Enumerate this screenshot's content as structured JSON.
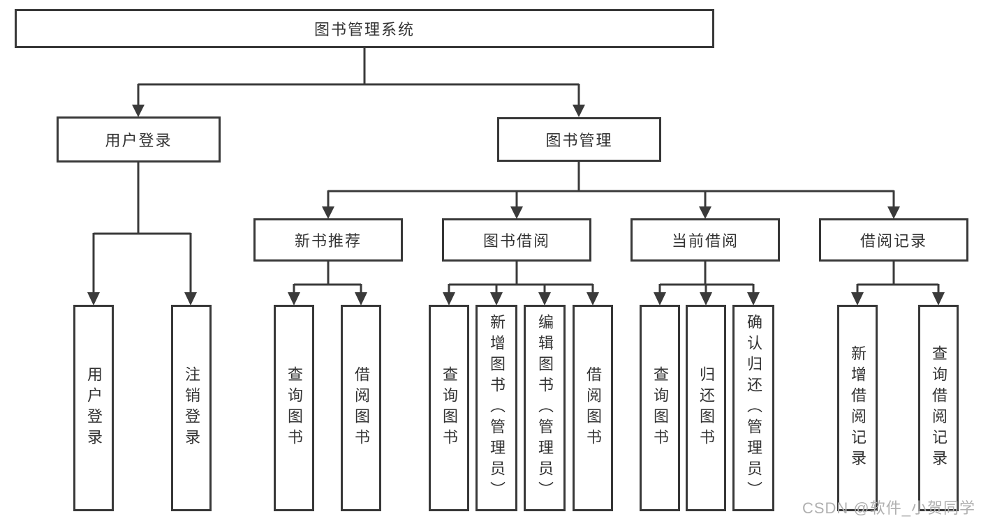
{
  "nodes": {
    "root": "图书管理系统",
    "user_login": "用户登录",
    "book_management": "图书管理",
    "new_book_recommend": "新书推荐",
    "book_borrow": "图书借阅",
    "current_borrow": "当前借阅",
    "borrow_records": "借阅记录",
    "leaf_user_login": "用户登录",
    "leaf_logout_login": "注销登录",
    "leaf_query_book_a": "查询图书",
    "leaf_borrow_book_a": "借阅图书",
    "leaf_query_book_b": "查询图书",
    "leaf_add_book_admin": "新增图书（管理员）",
    "leaf_edit_book_admin": "编辑图书（管理员）",
    "leaf_borrow_book_b": "借阅图书",
    "leaf_query_book_c": "查询图书",
    "leaf_return_book": "归还图书",
    "leaf_confirm_return_admin": "确认归还（管理员）",
    "leaf_add_borrow_record": "新增借阅记录",
    "leaf_query_borrow_record": "查询借阅记录"
  },
  "hierarchy": {
    "图书管理系统": {
      "用户登录": [
        "用户登录",
        "注销登录"
      ],
      "图书管理": {
        "新书推荐": [
          "查询图书",
          "借阅图书"
        ],
        "图书借阅": [
          "查询图书",
          "新增图书（管理员）",
          "编辑图书（管理员）",
          "借阅图书"
        ],
        "当前借阅": [
          "查询图书",
          "归还图书",
          "确认归还（管理员）"
        ],
        "借阅记录": [
          "新增借阅记录",
          "查询借阅记录"
        ]
      }
    }
  },
  "watermark": "CSDN @软件_小贺同学",
  "colors": {
    "line": "#3a3a3a",
    "box_border": "#383838",
    "text": "#333333",
    "watermark": "#b0b0b0",
    "background": "#ffffff"
  }
}
